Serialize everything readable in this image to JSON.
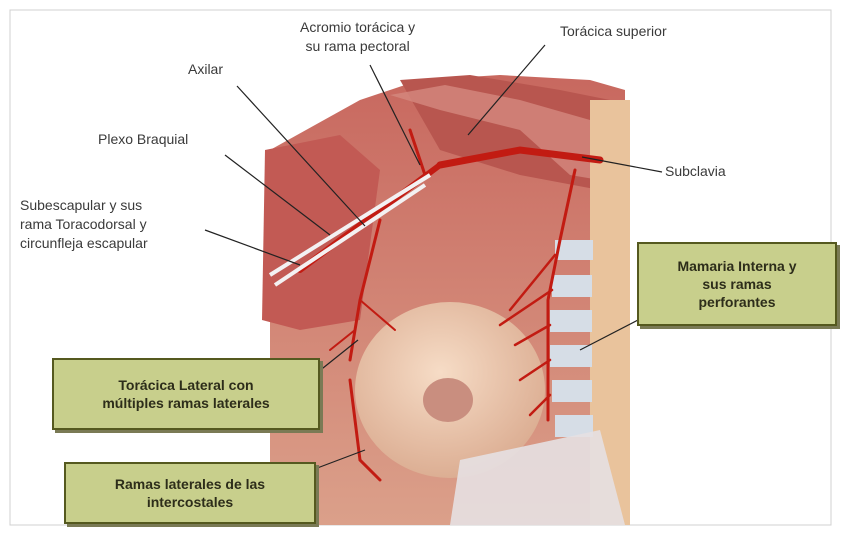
{
  "labels": {
    "acromio": "Acromio torácica y\nsu rama pectoral",
    "toracica_superior": "Torácica superior",
    "axilar": "Axilar",
    "plexo": "Plexo Braquial",
    "subclavia": "Subclavia",
    "subescapular": "Subescapular y sus\nrama Toracodorsal y\ncircunfleja escapular"
  },
  "boxes": {
    "mamaria": "Mamaria Interna y\nsus ramas\nperforantes",
    "toracica_lateral": "Torácica Lateral con\nmúltiples ramas laterales",
    "ramas_laterales": "Ramas laterales de las\nintercostales"
  },
  "colors": {
    "muscle": "#c9706a",
    "muscle_dark": "#a4483f",
    "skin": "#e9c2ad",
    "artery": "#c21b12",
    "box_fill": "#c8cf8c",
    "box_border": "#55591f"
  }
}
